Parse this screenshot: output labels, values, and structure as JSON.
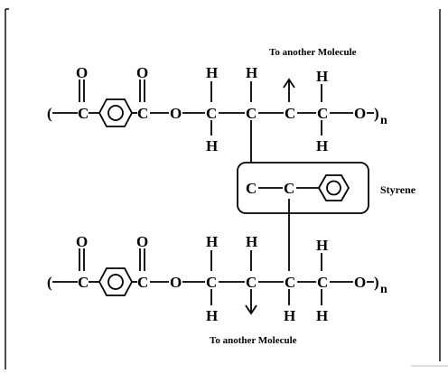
{
  "diagram": {
    "top_annotation": "To another Molecule",
    "bottom_annotation": "To another Molecule",
    "styrene_label": "Styrene",
    "atoms": {
      "carbon": "C",
      "oxygen": "O",
      "hydrogen": "H"
    },
    "repeat_subscript": "n",
    "open_bracket": "(",
    "close_bracket": ")"
  }
}
